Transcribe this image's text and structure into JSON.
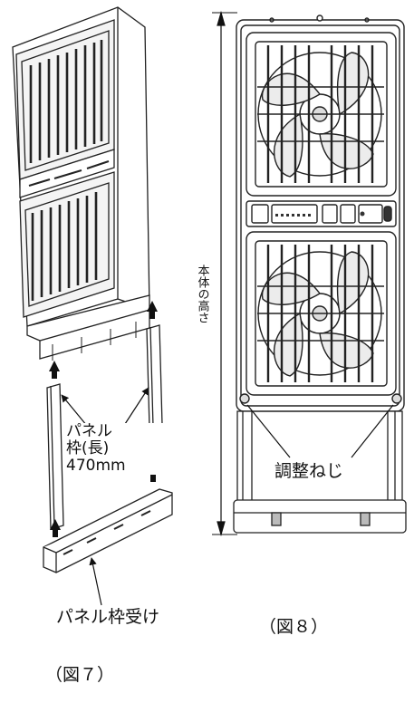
{
  "figure7": {
    "panel_frame_label_lines": [
      "パネル",
      "枠(長)",
      "470mm"
    ],
    "panel_frame_receiver_label": "パネル枠受け",
    "caption": "（図７）"
  },
  "figure8": {
    "height_label": "本体の高さ",
    "adjust_screw_label": "調整ねじ",
    "caption": "（図８）"
  }
}
